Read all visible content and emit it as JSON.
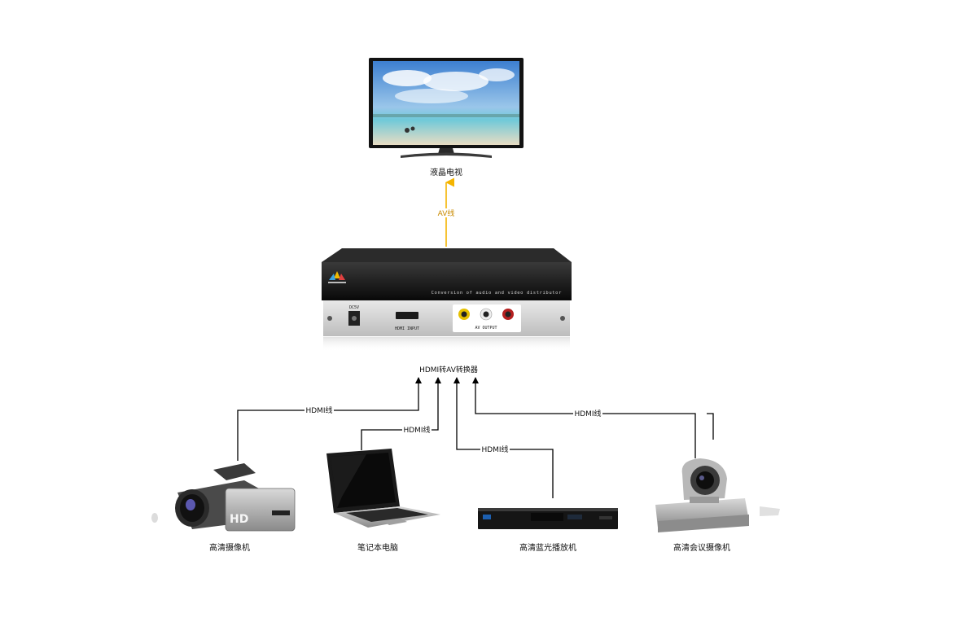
{
  "tv": {
    "label": "液晶电视"
  },
  "av_cable": {
    "label": "AV线"
  },
  "converter": {
    "label": "HDMI转AV转换器",
    "front_text": "Conversion of audio and video distributor",
    "power_label": "DC5V",
    "hdmi_port_label": "HDMI INPUT",
    "av_port_label": "AV OUTPUT"
  },
  "hdmi_cable_label": "HDMI线",
  "sources": [
    {
      "label": "高清摄像机",
      "badge": "HD"
    },
    {
      "label": "笔记本电脑"
    },
    {
      "label": "高清蓝光播放机"
    },
    {
      "label": "高清会议摄像机"
    }
  ],
  "colors": {
    "av_line": "#f4b400",
    "hdmi_line": "#000000"
  }
}
